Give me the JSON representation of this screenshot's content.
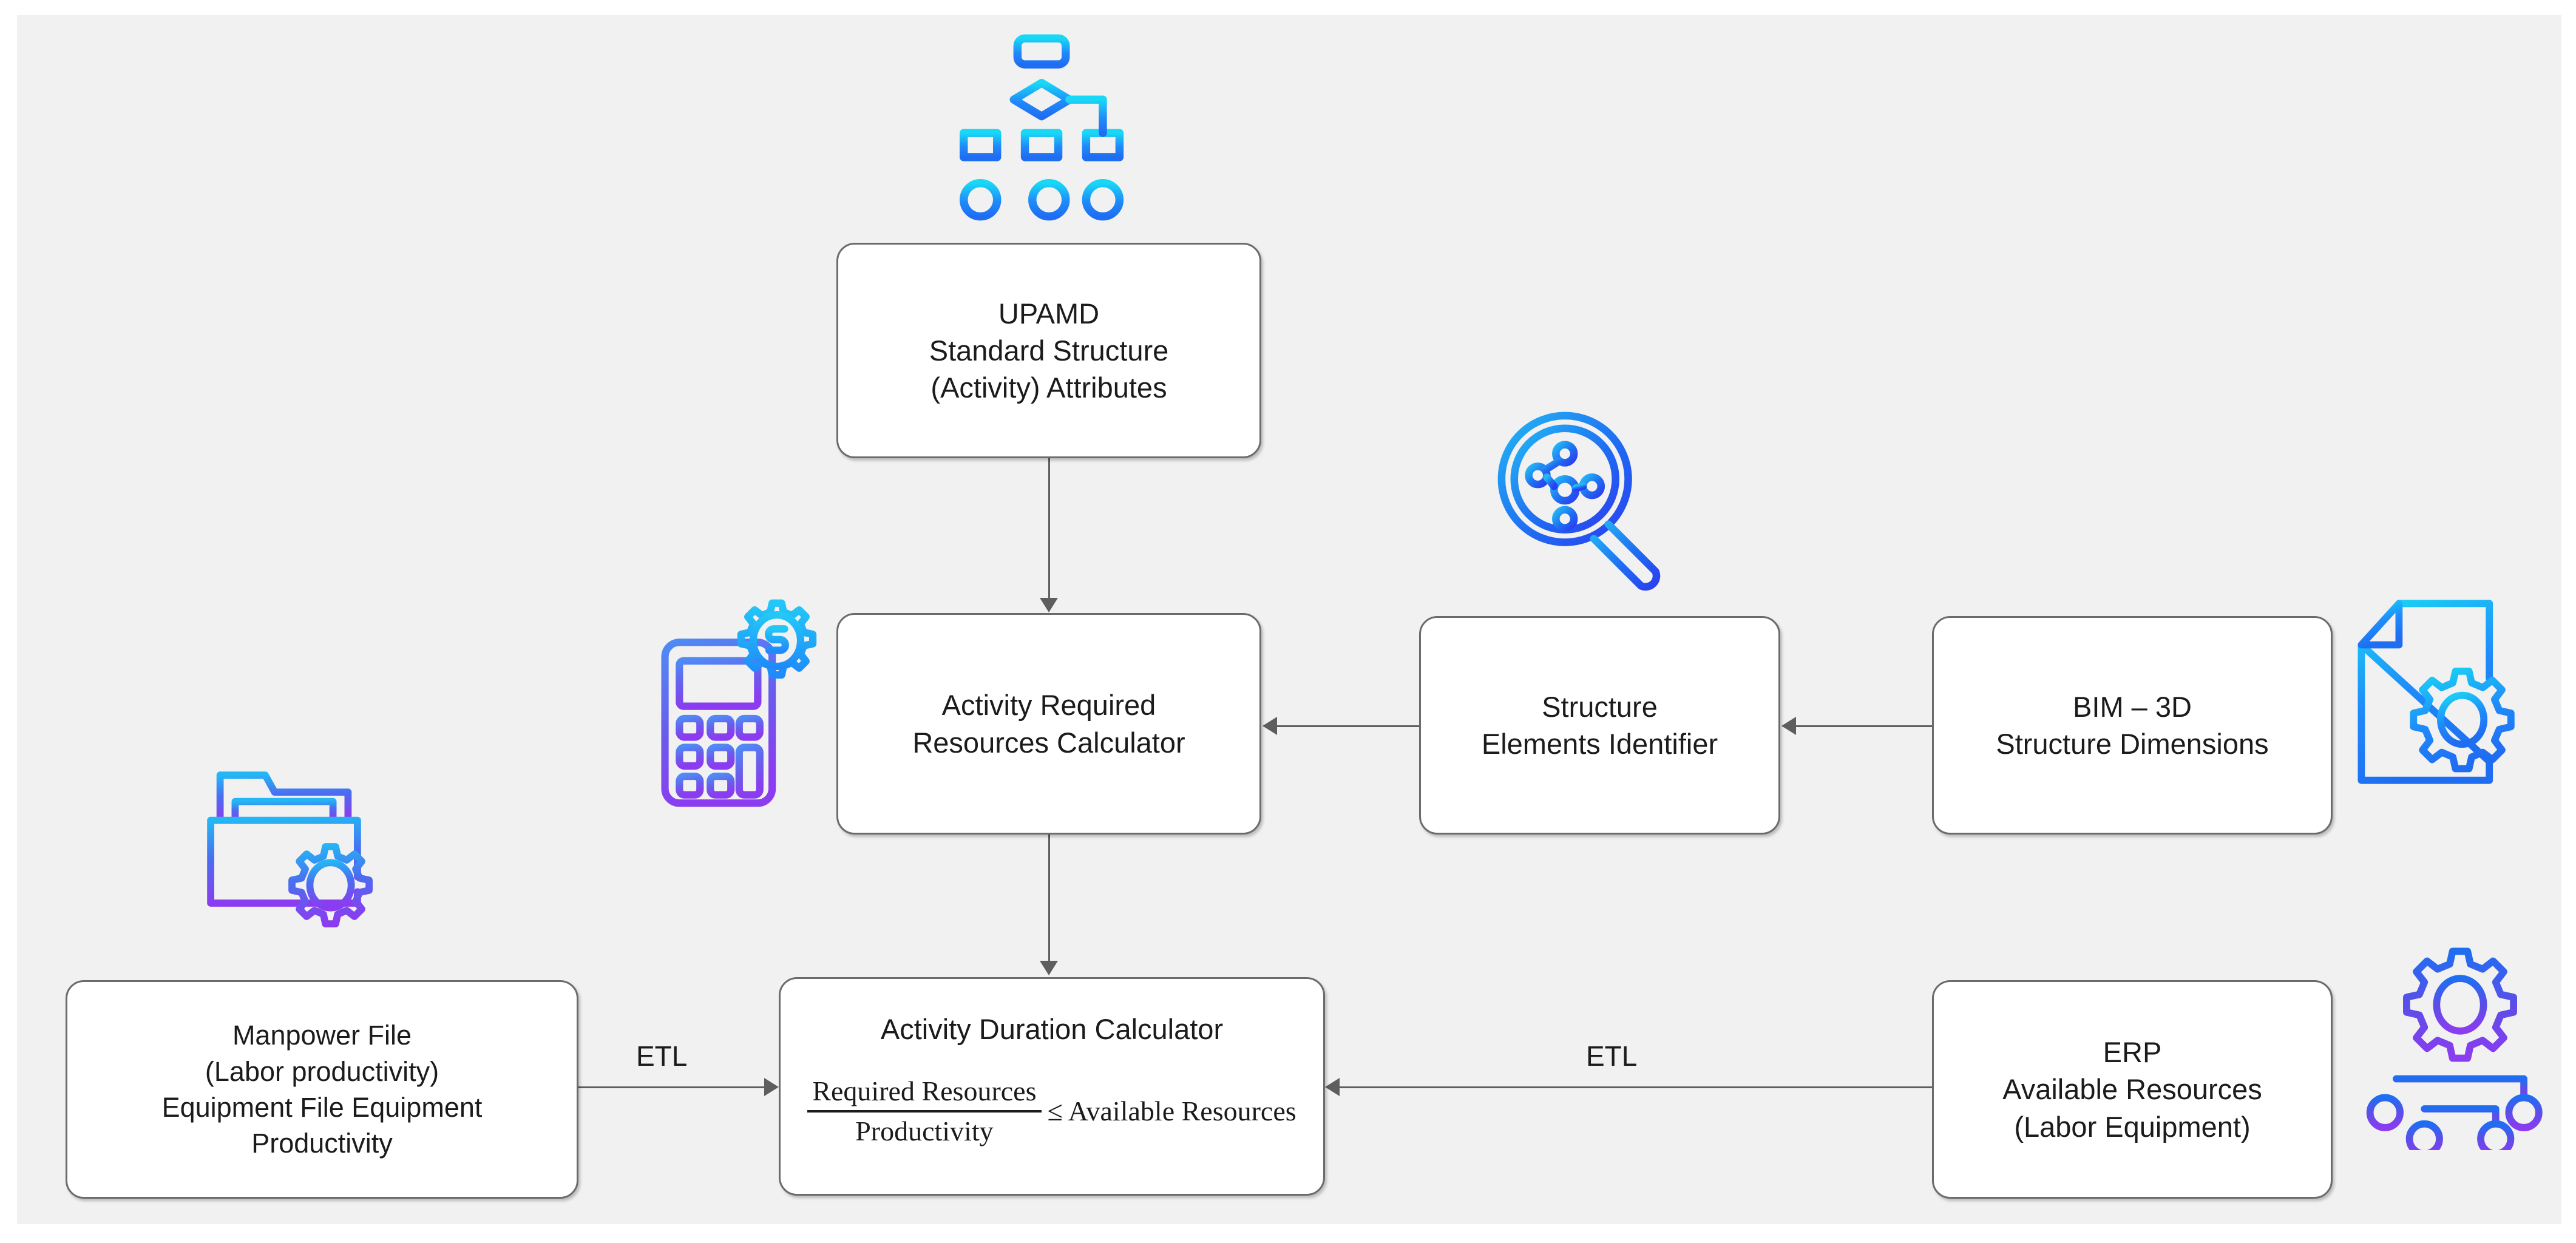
{
  "diagram": {
    "title": "Activity duration calculation data flow",
    "background": "#f1f1f1",
    "node_border": "#6b6b6b",
    "connector_color": "#5e5e5e"
  },
  "nodes": {
    "upamd": {
      "lines": [
        "UPAMD",
        "Standard Structure",
        "(Activity) Attributes"
      ]
    },
    "arrc": {
      "lines": [
        "Activity Required",
        "Resources Calculator"
      ]
    },
    "sei": {
      "lines": [
        "Structure",
        "Elements Identifier"
      ]
    },
    "bim": {
      "lines": [
        "BIM – 3D",
        "Structure Dimensions"
      ]
    },
    "manpower": {
      "lines": [
        "Manpower File",
        "(Labor productivity)",
        "Equipment File Equipment",
        "Productivity"
      ]
    },
    "duration": {
      "title": "Activity Duration Calculator",
      "formula": {
        "numerator": "Required Resources",
        "denominator": "Productivity",
        "comparator": "≤ Available Resources"
      }
    },
    "erp": {
      "lines": [
        "ERP",
        "Available Resources",
        "(Labor Equipment)"
      ]
    }
  },
  "edges": {
    "etl_left": "ETL",
    "etl_right": "ETL"
  },
  "icons": {
    "flowchart": "flowchart-icon",
    "network_search": "network-search-icon",
    "calculator_money": "calculator-money-icon",
    "folder_gear": "folder-gear-icon",
    "document_gear": "document-gear-icon",
    "gear_hierarchy": "gear-hierarchy-icon"
  },
  "palette": {
    "cyan": "#18d8f5",
    "blue": "#1f8bfa",
    "deep_blue": "#2b4ef0",
    "indigo": "#4f63e8",
    "purple": "#8b3cf0",
    "violet": "#7a3ff0"
  }
}
